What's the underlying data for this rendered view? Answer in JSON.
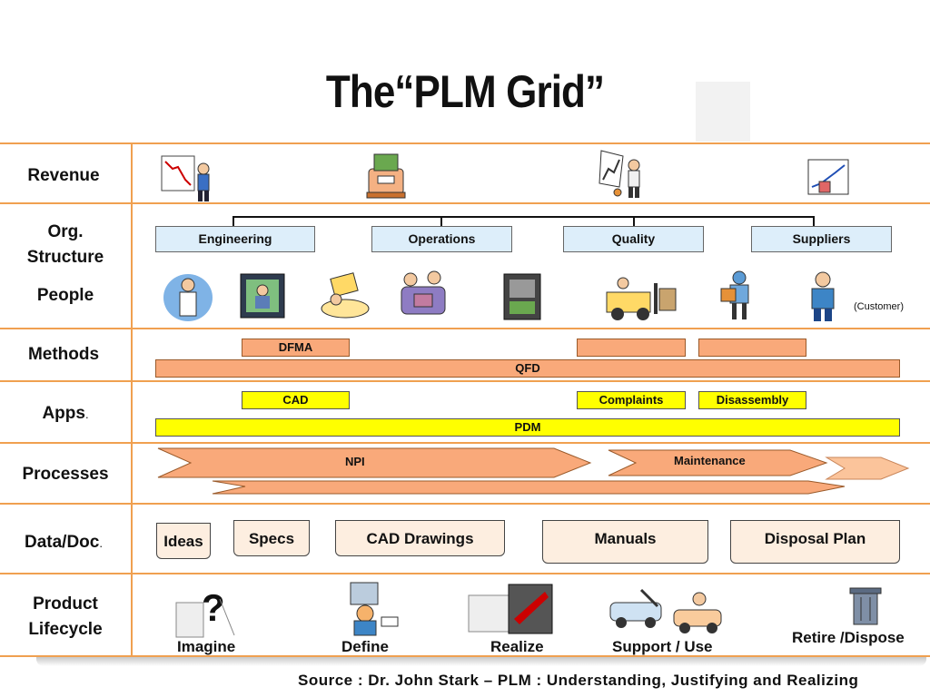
{
  "title": "The“PLM Grid”",
  "rows": {
    "revenue": "Revenue",
    "org_structure": [
      "Org.",
      "Structure"
    ],
    "people": "People",
    "methods": "Methods",
    "apps": "Apps",
    "apps_suffix": ".",
    "processes": "Processes",
    "data_doc": "Data/Doc",
    "data_doc_suffix": ".",
    "product_lifecycle": [
      "Product",
      "Lifecycle"
    ]
  },
  "org": [
    "Engineering",
    "Operations",
    "Quality",
    "Suppliers"
  ],
  "people_note": "(Customer)",
  "methods": {
    "dfma": "DFMA",
    "qfd": "QFD"
  },
  "apps": {
    "cad": "CAD",
    "complaints": "Complaints",
    "disassembly": "Disassembly",
    "pdm": "PDM"
  },
  "processes": {
    "npi": "NPI",
    "maintenance": "Maintenance"
  },
  "docs": [
    "Ideas",
    "Specs",
    "CAD Drawings",
    "Manuals",
    "Disposal Plan"
  ],
  "lifecycle": [
    "Imagine",
    "Define",
    "Realize",
    "Support / Use",
    "Retire /Dispose"
  ],
  "source": "Source : Dr. John Stark – PLM : Understanding, Justifying and Realizing",
  "colors": {
    "grid_line": "#f0a050",
    "org_box": "#ddeefa",
    "method_bar": "#f9a97a",
    "app_bar": "#ffff00",
    "doc_box": "#fdeee0"
  }
}
